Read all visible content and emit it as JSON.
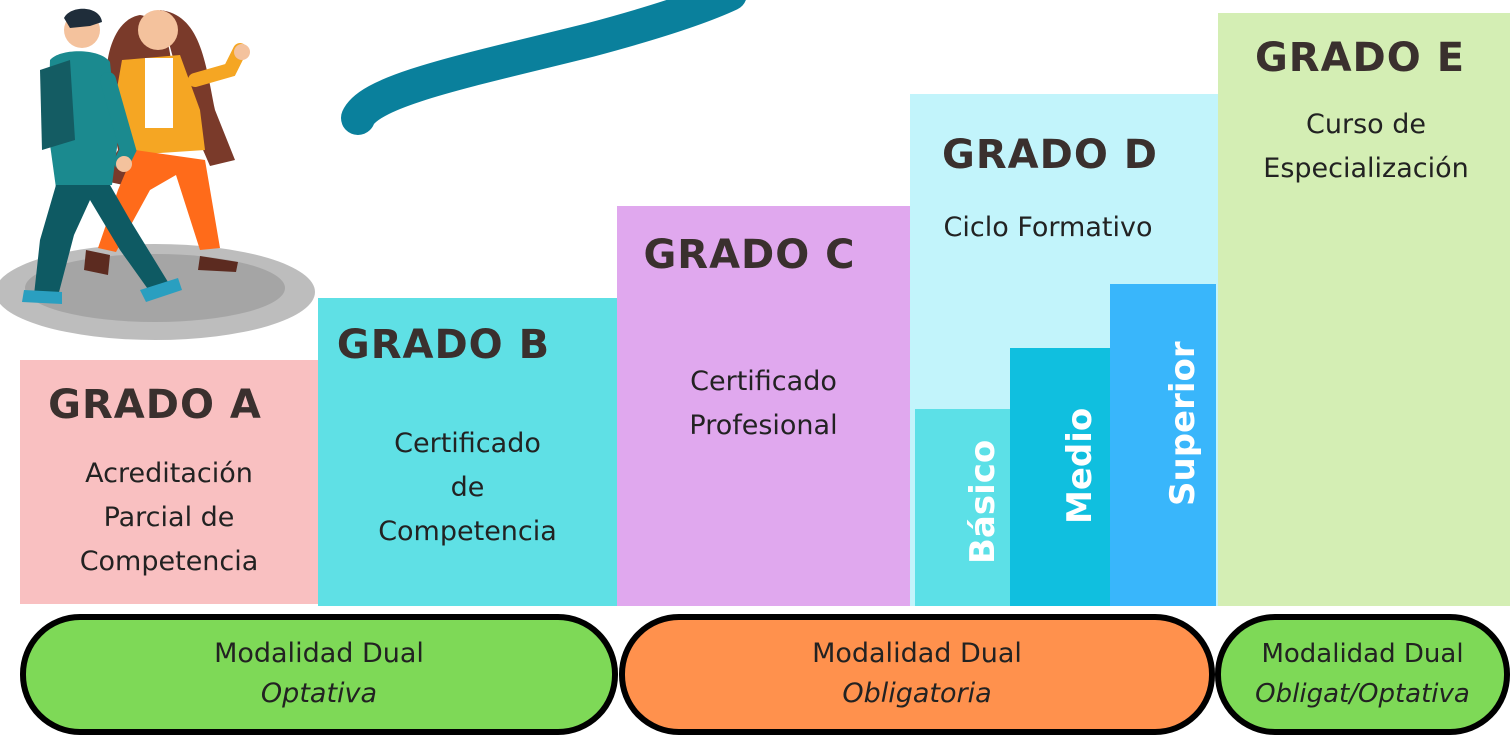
{
  "grades": [
    {
      "id": "a",
      "title": "GRADO A",
      "lines": [
        "Acreditación",
        "Parcial de",
        "Competencia"
      ]
    },
    {
      "id": "b",
      "title": "GRADO B",
      "lines": [
        "Certificado",
        "de",
        "Competencia"
      ]
    },
    {
      "id": "c",
      "title": "GRADO C",
      "lines": [
        "Certificado",
        "Profesional"
      ]
    },
    {
      "id": "d",
      "title": "GRADO D",
      "lines": [
        "Ciclo Formativo"
      ]
    },
    {
      "id": "e",
      "title": "GRADO E",
      "lines": [
        "Curso de",
        "Especialización"
      ]
    }
  ],
  "ciclo_levels": [
    "Básico",
    "Medio",
    "Superior"
  ],
  "modalities": [
    {
      "label": "Modalidad Dual",
      "type": "Optativa",
      "color": "#7ed957"
    },
    {
      "label": "Modalidad Dual",
      "type": "Obligatoria",
      "color": "#ff914d"
    },
    {
      "label": "Modalidad Dual",
      "type": "Obligat/Optativa",
      "color": "#7ed957"
    }
  ],
  "colors": {
    "grade_a": "#f9c0c1",
    "grade_b": "#5fe0e5",
    "grade_c": "#e0a8ee",
    "grade_d": "#c2f4fb",
    "grade_e": "#d4eeb4",
    "basico": "#5ce0e7",
    "medio": "#10bfdf",
    "superior": "#39b6fb",
    "swoosh": "#0a809c"
  }
}
